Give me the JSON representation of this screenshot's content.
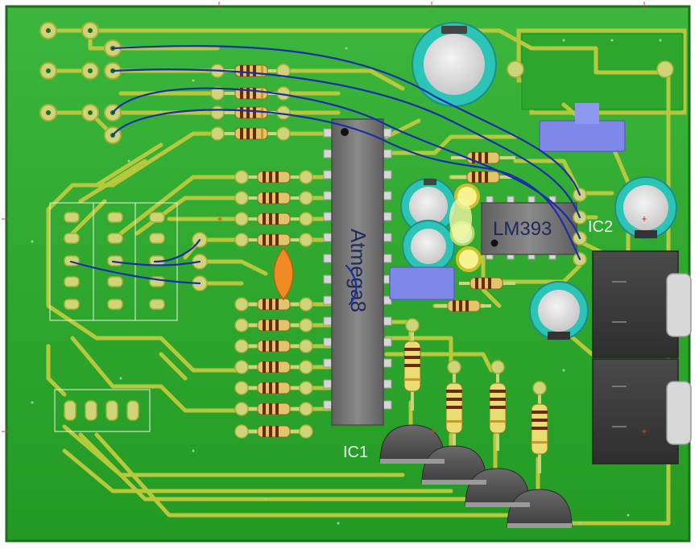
{
  "labels": {
    "mcu": "Atmega8",
    "comparator": "LM393",
    "ic1": "IC1",
    "ic2": "IC2"
  },
  "colors": {
    "board": "#2fa52f",
    "board_edge": "#1f7d1f",
    "copper": "#b9c93a",
    "pad": "#cfd47a",
    "jumper_wire": "#1b2fa8",
    "cap_electrolytic": "#2dc4b8",
    "cap_ceramic": "#ee8a22",
    "cap_film": "#7b86e6",
    "transistor": "#555555",
    "ic_body": "#6e6e6e",
    "resistor_body": "#e0c86a",
    "led": "#f4f08a"
  }
}
